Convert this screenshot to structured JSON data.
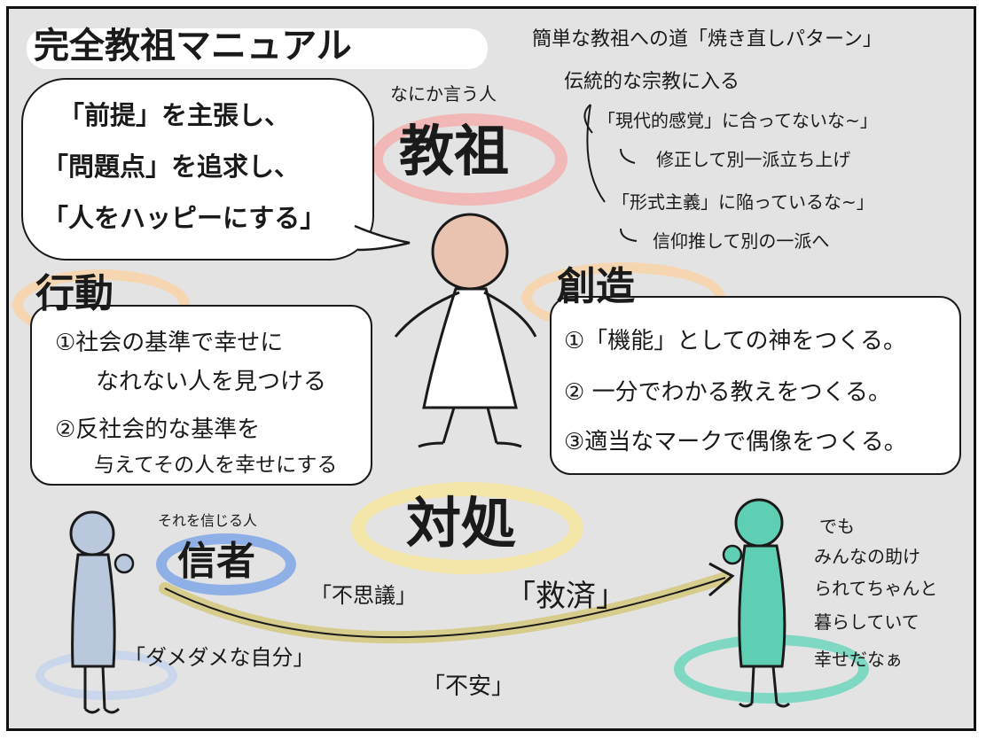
{
  "title": "完全教祖マニュアル",
  "top_right": {
    "headline": "簡単な教祖への道「焼き直しパターン」",
    "line1": "伝統的な宗教に入る",
    "line2": "「現代的感覚」に合ってないな~」",
    "line3": "修正して別一派立ち上げ",
    "line4": "「形式主義」に陥っているな~」",
    "line5": "信仰推して別の一派へ"
  },
  "speech_bubble": {
    "line1": "「前提」を主張し、",
    "line2": "「問題点」を追求し、",
    "line3": "「人をハッピーにする」"
  },
  "founder": {
    "caption": "なにか言う人",
    "label": "教祖"
  },
  "action": {
    "heading": "行動",
    "item1_a": "①社会の基準で幸せに",
    "item1_b": "なれない人を見つける",
    "item2_a": "②反社会的な基準を",
    "item2_b": "与えてその人を幸せにする"
  },
  "creation": {
    "heading": "創造",
    "item1": "①「機能」としての神をつくる。",
    "item2": "② 一分でわかる教えをつくる。",
    "item3": "③適当なマークで偶像をつくる。"
  },
  "response": {
    "heading": "対処"
  },
  "believer": {
    "caption": "それを信じる人",
    "label": "信者",
    "self_label": "「ダメダメな自分」"
  },
  "arrow_labels": {
    "mystery": "「不思議」",
    "salvation": "「救済」",
    "anxiety": "「不安」"
  },
  "happy_person": {
    "line1": "でも",
    "line2": "みんなの助け",
    "line3": "られてちゃんと",
    "line4": "暮らしていて",
    "line5": "幸せだなぁ"
  },
  "colors": {
    "background": "#e3e3e3",
    "founder_skin": "#e8c4b0",
    "founder_halo": "#f2b8b8",
    "believer_body": "#b9c8dc",
    "believer_halo": "#8fb0e6",
    "happy_body": "#5fcfb4",
    "response_halo": "#f4e6a8",
    "heading_halo": "#f6d6b0",
    "arrow": "#d6cc8c"
  }
}
